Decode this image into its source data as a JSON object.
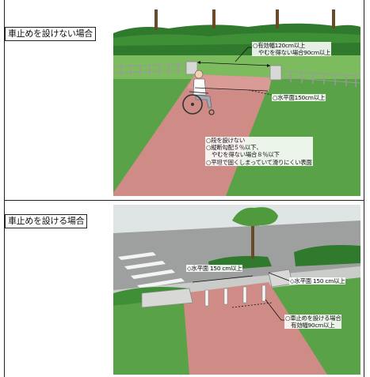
{
  "sections": [
    {
      "heading": "車止めを設けない場合",
      "callouts": {
        "width": [
          "○有効幅120cm以上",
          "やむを得ない場合90cm以上"
        ],
        "landing": [
          "○水平面150cm以上"
        ],
        "surface": [
          "○段を設けない",
          "○縦断勾配５％以下、",
          "やむを得ない場合８％以下",
          "○平坦で固くしまっていて滑りにくい表面"
        ]
      }
    },
    {
      "heading": "車止めを設ける場合",
      "callouts": {
        "landing_left": [
          "◇水平面 150 cm以上"
        ],
        "landing_right": [
          "◇水平面 150 cm以上"
        ],
        "bollard": [
          "○車止めを設ける場合",
          "有効幅90cm以上"
        ]
      }
    }
  ],
  "colors": {
    "path": "#cf8c86",
    "grass": "#5aa247",
    "hedge": "#2f7a2c",
    "sidewalk": "#c9ccc9",
    "road": "#9ea09f",
    "sky": "#dfe5e4"
  }
}
